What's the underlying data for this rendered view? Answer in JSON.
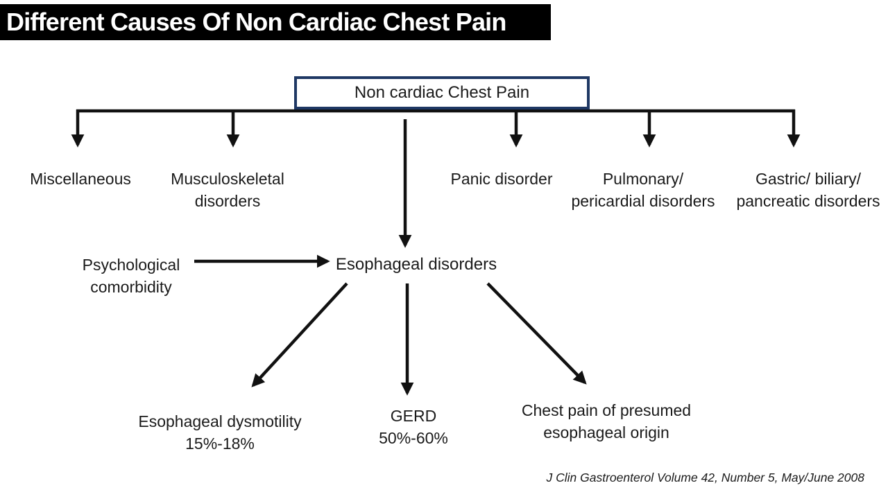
{
  "title": {
    "text": "Different Causes Of Non Cardiac Chest Pain",
    "bg_color": "#000000",
    "text_color": "#ffffff"
  },
  "root_node": {
    "label": "Non cardiac Chest Pain",
    "border_color": "#1f3864"
  },
  "nodes": {
    "miscellaneous": {
      "line1": "Miscellaneous"
    },
    "musculoskeletal": {
      "line1": "Musculoskeletal",
      "line2": "disorders"
    },
    "panic": {
      "line1": "Panic disorder"
    },
    "pulmonary": {
      "line1": "Pulmonary/",
      "line2": "pericardial disorders"
    },
    "gastric": {
      "line1": "Gastric/ biliary/",
      "line2": "pancreatic disorders"
    },
    "psychological": {
      "line1": "Psychological",
      "line2": "comorbidity"
    },
    "esophageal": {
      "line1": "Esophageal disorders"
    },
    "dysmotility": {
      "line1": "Esophageal dysmotility",
      "line2": "15%-18%"
    },
    "gerd": {
      "line1": "GERD",
      "line2": "50%-60%"
    },
    "chest_pain": {
      "line1": "Chest pain of presumed",
      "line2": "esophageal origin"
    }
  },
  "citation": "J Clin Gastroenterol  Volume 42, Number 5, May/June 2008",
  "colors": {
    "arrow": "#111111",
    "text": "#1a1a1a"
  }
}
